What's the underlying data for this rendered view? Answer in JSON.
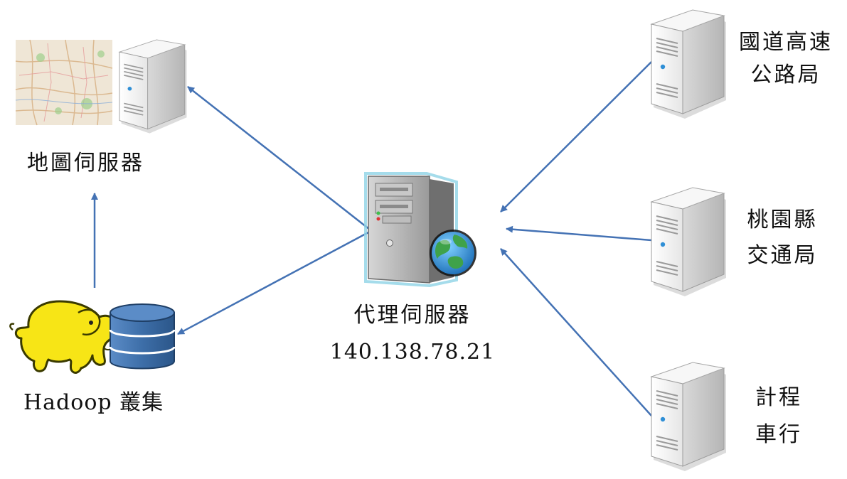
{
  "nodes": {
    "map_server": {
      "label": "地圖伺服器"
    },
    "hadoop": {
      "label": "Hadoop 叢集"
    },
    "proxy": {
      "label": "代理伺服器",
      "ip": "140.138.78.21"
    },
    "highway": {
      "line1": "國道高速",
      "line2": "公路局"
    },
    "taoyuan": {
      "line1": "桃園縣",
      "line2": "交通局"
    },
    "taxi": {
      "line1": "計程",
      "line2": "車行"
    }
  },
  "colors": {
    "arrow": "#4472b4",
    "server_light": "#f4f4f4",
    "server_dark": "#bdbdbd",
    "db_blue": "#3d6ea8",
    "globe_blue": "#2f8fd6",
    "globe_green": "#3fa24a",
    "elephant_yellow": "#f7e516"
  },
  "icons": [
    "server-icon",
    "proxy-server-icon",
    "globe-icon",
    "map-icon",
    "elephant-icon",
    "database-icon"
  ]
}
